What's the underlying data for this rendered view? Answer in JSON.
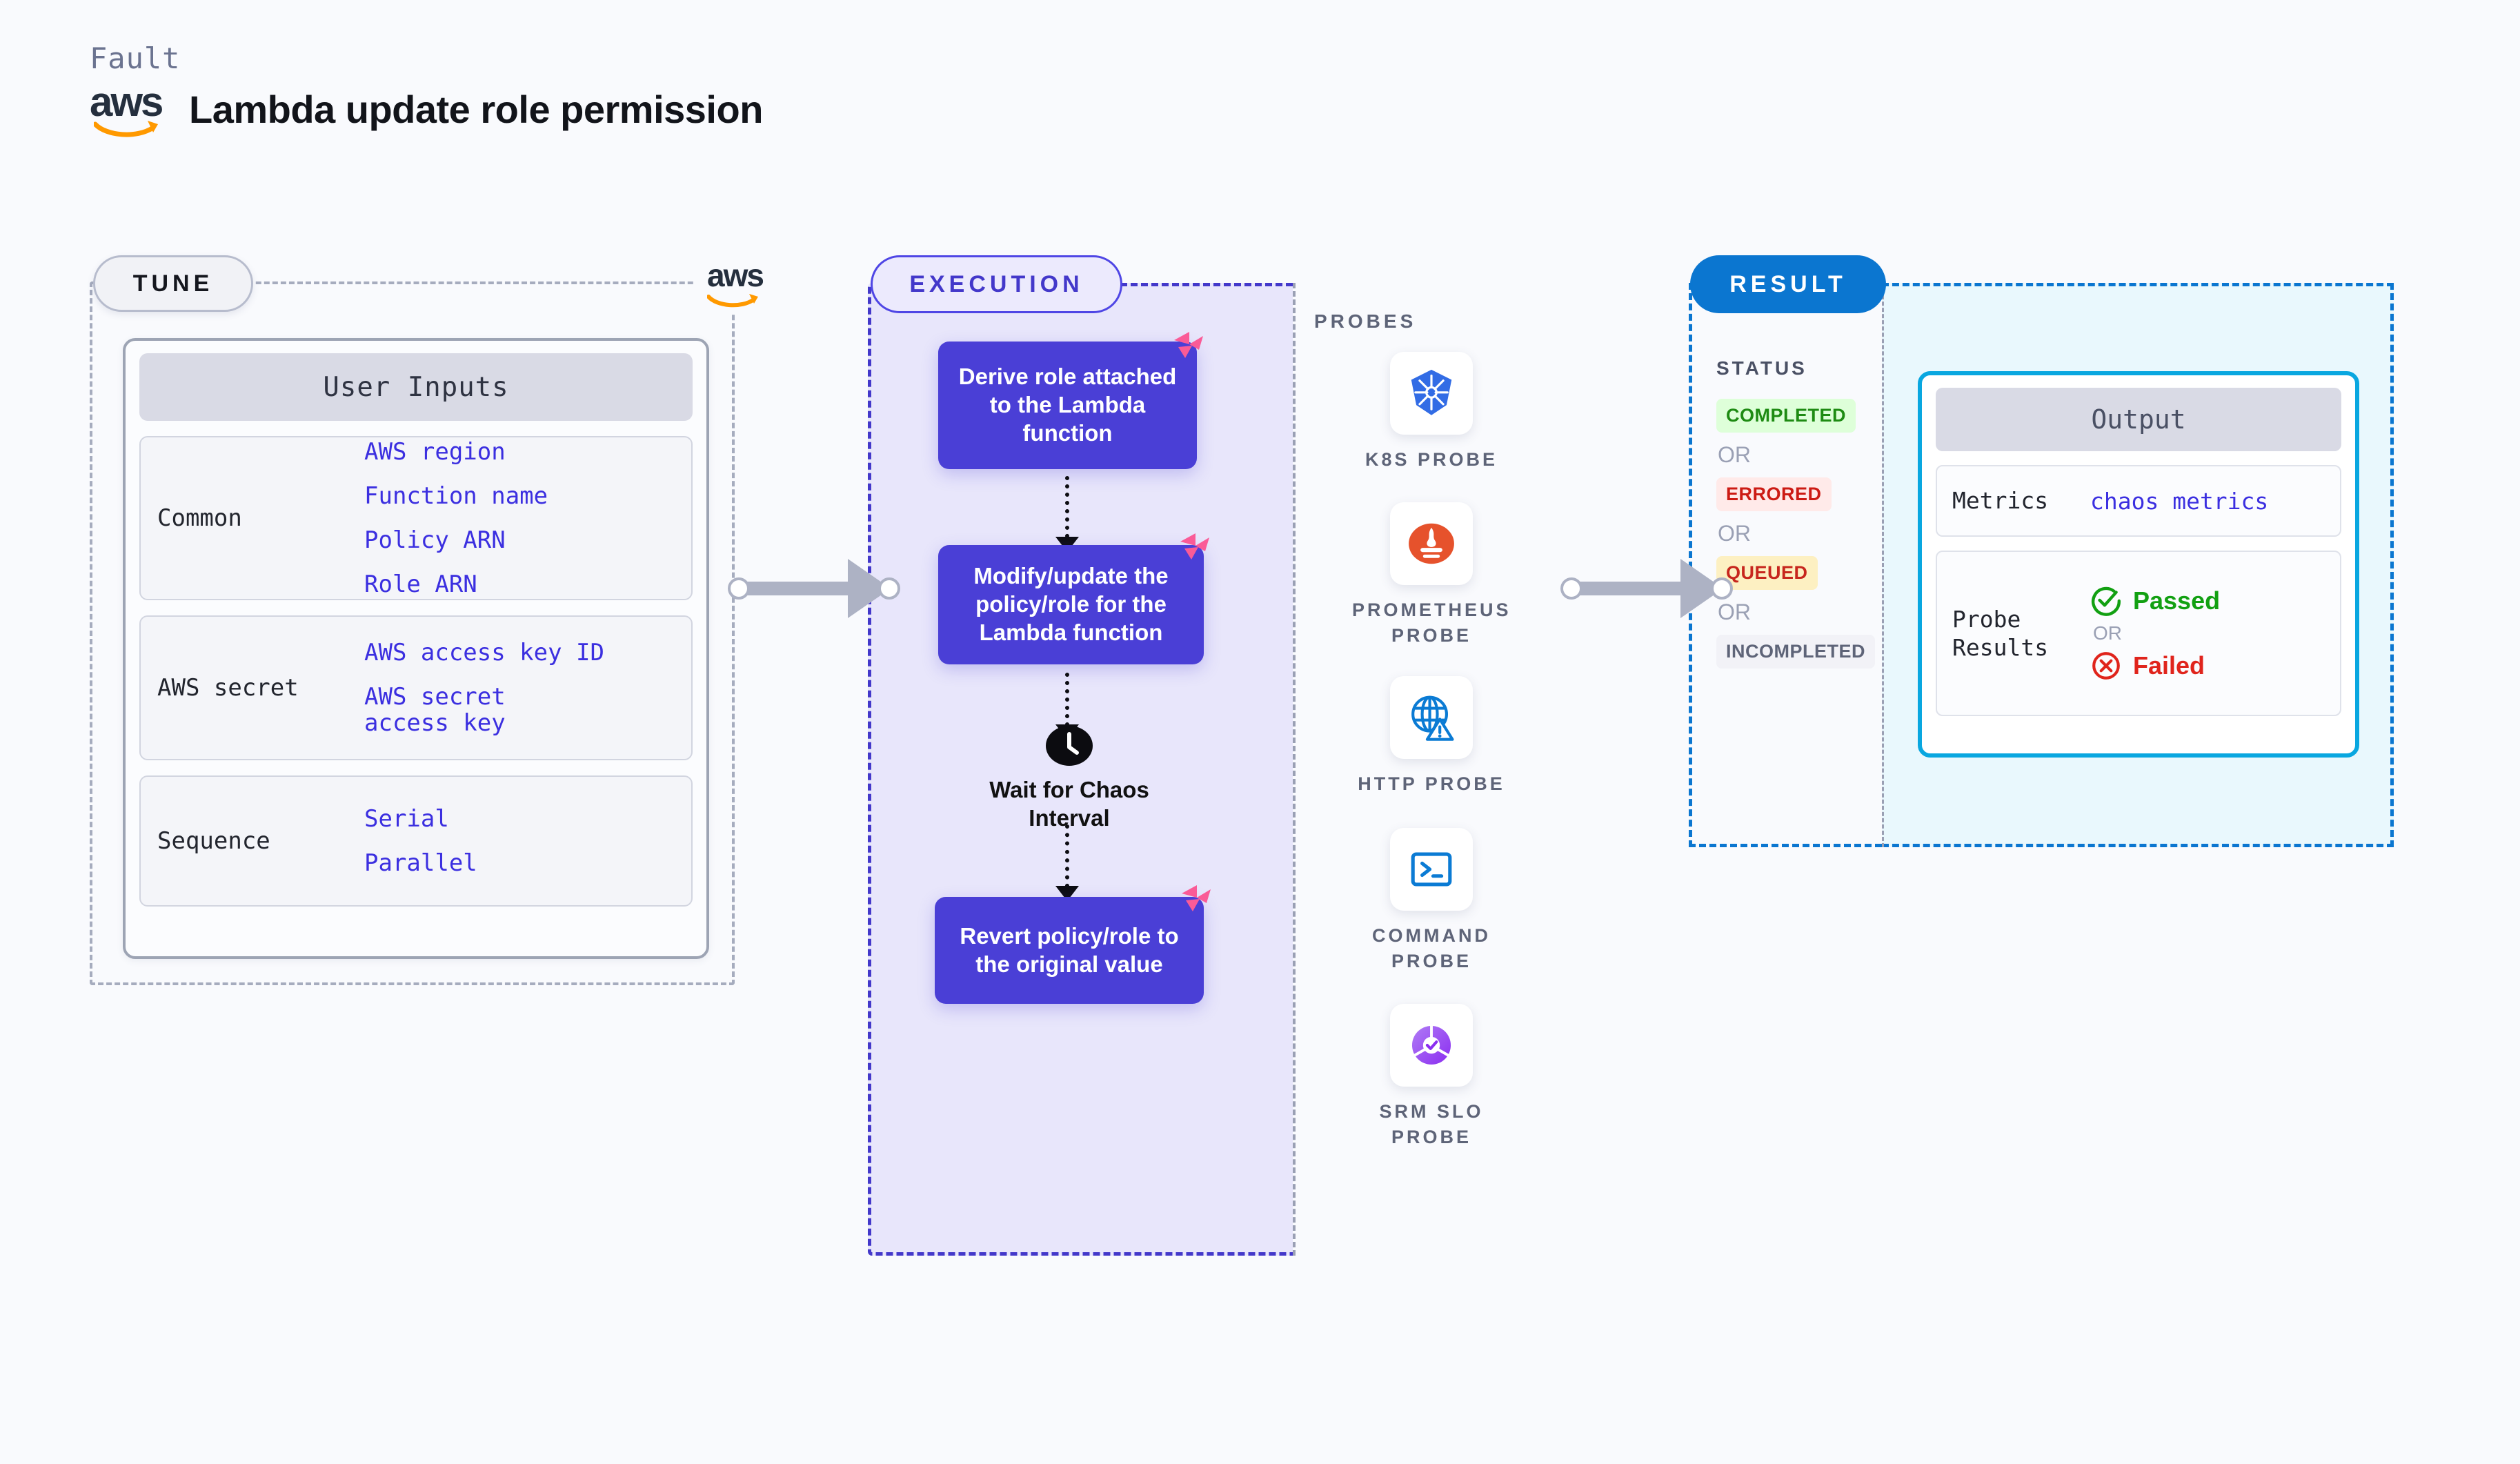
{
  "header": {
    "kicker": "Fault",
    "title": "Lambda update role permission",
    "brand_logo": "aws-logo"
  },
  "colors": {
    "page_bg": "#f9fafd",
    "execution_bg": "#e8e6fb",
    "execution_accent": "#4338ca",
    "step_bg": "#4a3fd6",
    "result_accent": "#0b76d0",
    "output_accent": "#09a7e0",
    "output_bg": "#e9f8fd",
    "mono_value": "#3b2fe0",
    "chaos_badge": "#f9548f"
  },
  "tune": {
    "pill_label": "TUNE",
    "side_logo": "aws-logo",
    "card": {
      "header": "User Inputs",
      "groups": [
        {
          "label": "Common",
          "values": [
            "AWS region",
            "Function name",
            "Policy ARN",
            "Role ARN"
          ]
        },
        {
          "label": "AWS secret",
          "values": [
            "AWS access key ID",
            "AWS secret access key"
          ]
        },
        {
          "label": "Sequence",
          "values": [
            "Serial",
            "Parallel"
          ]
        }
      ]
    }
  },
  "execution": {
    "pill_label": "EXECUTION",
    "steps": [
      {
        "text": "Derive role attached to the Lambda function",
        "badge": "chaos-badge-icon"
      },
      {
        "text": "Modify/update the policy/role for the Lambda function",
        "badge": "chaos-badge-icon"
      },
      {
        "text": "Revert policy/role to the original value",
        "badge": "chaos-badge-icon"
      }
    ],
    "wait": {
      "icon": "clock-icon",
      "label": "Wait for Chaos Interval"
    }
  },
  "probes": {
    "title": "PROBES",
    "items": [
      {
        "label": "K8S PROBE",
        "icon": "kubernetes-icon"
      },
      {
        "label": "PROMETHEUS PROBE",
        "icon": "prometheus-icon"
      },
      {
        "label": "HTTP PROBE",
        "icon": "http-globe-icon"
      },
      {
        "label": "COMMAND PROBE",
        "icon": "terminal-icon"
      },
      {
        "label": "SRM SLO PROBE",
        "icon": "srm-slo-icon"
      }
    ]
  },
  "result": {
    "pill_label": "RESULT",
    "status_title": "STATUS",
    "or_label": "OR",
    "statuses": [
      {
        "label": "COMPLETED",
        "bg": "#deffd9",
        "fg": "#1e8b13"
      },
      {
        "label": "ERRORED",
        "bg": "#ffeae9",
        "fg": "#cc1b14"
      },
      {
        "label": "QUEUED",
        "bg": "#fdf0c2",
        "fg": "#c7261d"
      },
      {
        "label": "INCOMPLETED",
        "bg": "#f2f2f7",
        "fg": "#5e6478"
      }
    ]
  },
  "output": {
    "header": "Output",
    "metrics_label": "Metrics",
    "metrics_value": "chaos metrics",
    "probe_results_label": "Probe Results",
    "or_label": "OR",
    "passed_label": "Passed",
    "failed_label": "Failed",
    "passed_icon": "check-circle-icon",
    "failed_icon": "x-circle-icon"
  }
}
